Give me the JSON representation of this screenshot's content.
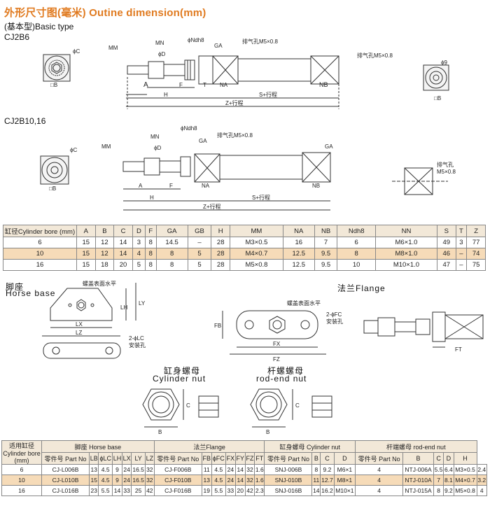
{
  "header": {
    "title": "外形尺寸图(毫米) Outine dimension(mm)",
    "subtitle": "(基本型)Basic type"
  },
  "models": {
    "m1": "CJ2B6",
    "m2": "CJ2B10,16"
  },
  "drawing_labels": {
    "phi_c": "ϕC",
    "phi_d": "ϕD",
    "phi_9": "ϕ9",
    "phi_ndh8": "ϕNdh8",
    "square_b": "□B",
    "mm": "MM",
    "mn": "MN",
    "ga": "GA",
    "a": "A",
    "f": "F",
    "t": "T",
    "na": "NA",
    "nb": "NB",
    "h": "H",
    "s_stroke": "S+行程",
    "z_stroke": "Z+行程",
    "port_m5": "排气孔M5×0.8",
    "port": "排气孔",
    "port_m5_2": "M5×0.8"
  },
  "table1": {
    "headers": [
      "缸径Cylinder bore (mm)",
      "A",
      "B",
      "C",
      "D",
      "F",
      "GA",
      "GB",
      "H",
      "MM",
      "NA",
      "NB",
      "Ndh8",
      "NN",
      "S",
      "T",
      "Z"
    ],
    "rows": [
      [
        "6",
        "15",
        "12",
        "14",
        "3",
        "8",
        "14.5",
        "–",
        "28",
        "M3×0.5",
        "16",
        "7",
        "6",
        "M6×1.0",
        "49",
        "3",
        "77"
      ],
      [
        "10",
        "15",
        "12",
        "14",
        "4",
        "8",
        "8",
        "5",
        "28",
        "M4×0.7",
        "12.5",
        "9.5",
        "8",
        "M8×1.0",
        "46",
        "–",
        "74"
      ],
      [
        "16",
        "15",
        "18",
        "20",
        "5",
        "8",
        "8",
        "5",
        "28",
        "M5×0.8",
        "12.5",
        "9.5",
        "10",
        "M10×1.0",
        "47",
        "–",
        "75"
      ]
    ]
  },
  "accessories": {
    "horse_base_cn": "脚座",
    "horse_base_en": "Horse base",
    "flange": "法兰Flange",
    "cylinder_nut_cn": "缸身螺母",
    "cylinder_nut_en": "Cylinder nut",
    "rod_nut_cn": "杆螺螺母",
    "rod_nut_en": "rod-end nut",
    "cap_level": "螺盖表面水平",
    "lc_hole": "2-ϕLC",
    "mount_hole": "安装孔",
    "fc_hole": "2-ϕFC",
    "lx": "LX",
    "lz": "LZ",
    "lh": "LH",
    "ly": "LY",
    "lb": "LB",
    "fb": "FB",
    "fx": "FX",
    "fz": "FZ",
    "ft": "FT",
    "b": "B",
    "c": "C",
    "d": "D"
  },
  "table2": {
    "group_headers": [
      "适用缸径 Cylinder bore (mm)",
      "脚座 Horse base",
      "法兰Flange",
      "缸身螺母 Cylinder nut",
      "杆端螺母 rod-end nut"
    ],
    "sub_headers": [
      "零件号 Part No",
      "LB",
      "ϕLC",
      "LH",
      "LX",
      "LY",
      "LZ",
      "零件号 Part No",
      "FB",
      "ϕFC",
      "FX",
      "FY",
      "FZ",
      "FT",
      "零件号 Part No",
      "B",
      "C",
      "D",
      "零件号 Part No",
      "B",
      "C",
      "D",
      "H"
    ],
    "rows": [
      [
        "6",
        "CJ-L006B",
        "13",
        "4.5",
        "9",
        "24",
        "16.5",
        "32",
        "CJ-F006B",
        "11",
        "4.5",
        "24",
        "14",
        "32",
        "1.6",
        "SNJ-006B",
        "8",
        "9.2",
        "M6×1",
        "4",
        "NTJ-006A",
        "5.5",
        "6.4",
        "M3×0.5",
        "2.4"
      ],
      [
        "10",
        "CJ-L010B",
        "15",
        "4.5",
        "9",
        "24",
        "16.5",
        "32",
        "CJ-F010B",
        "13",
        "4.5",
        "24",
        "14",
        "32",
        "1.6",
        "SNJ-010B",
        "11",
        "12.7",
        "M8×1",
        "4",
        "NTJ-010A",
        "7",
        "8.1",
        "M4×0.7",
        "3.2"
      ],
      [
        "16",
        "CJ-L016B",
        "23",
        "5.5",
        "14",
        "33",
        "25",
        "42",
        "CJ-F016B",
        "19",
        "5.5",
        "33",
        "20",
        "42",
        "2.3",
        "SNJ-016B",
        "14",
        "16.2",
        "M10×1",
        "4",
        "NTJ-015A",
        "8",
        "9.2",
        "M5×0.8",
        "4"
      ]
    ]
  }
}
